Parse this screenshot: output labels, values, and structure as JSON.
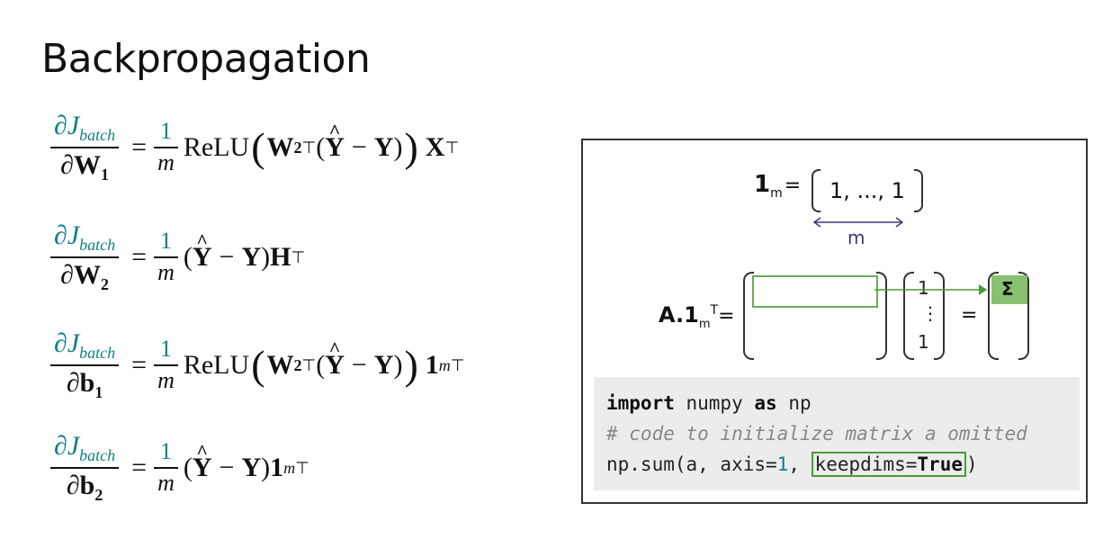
{
  "slide": {
    "title": "Backpropagation"
  },
  "equations": {
    "partial": "∂",
    "J": "J",
    "batch": "batch",
    "eq": "=",
    "one": "1",
    "m": "m",
    "relu": "ReLU",
    "W": "W",
    "X": "X",
    "H": "H",
    "b": "b",
    "Y": "Y",
    "minus": "−",
    "T": "⊤",
    "two": "2",
    "bold_one": "1",
    "idx1": "1",
    "idx2": "2"
  },
  "panel": {
    "ones_symbol": "1",
    "ones_sub": "m",
    "ones_eq": "=",
    "ones_vector": "1, ..., 1",
    "width_label": "m",
    "a_label": "A.1",
    "a_sub": "m",
    "a_sup": "T",
    "a_eq": "=",
    "col_top": "1",
    "col_mid": "⋮",
    "col_bot": "1",
    "result_eq": "=",
    "sigma": "Σ",
    "colors": {
      "green_border": "#6aaa5a",
      "green_fill": "#87c06f",
      "arrow": "#3a3a7a"
    }
  },
  "code": {
    "line1_kw1": "import",
    "line1_mod": " numpy ",
    "line1_kw2": "as",
    "line1_alias": " np",
    "line2_comment": "# code to initialize matrix a omitted",
    "line3_prefix": "np.sum(a, axis=",
    "line3_num": "1",
    "line3_sep": ", ",
    "line3_kwarg": "keepdims=",
    "line3_true": "True",
    "line3_close": ")"
  }
}
